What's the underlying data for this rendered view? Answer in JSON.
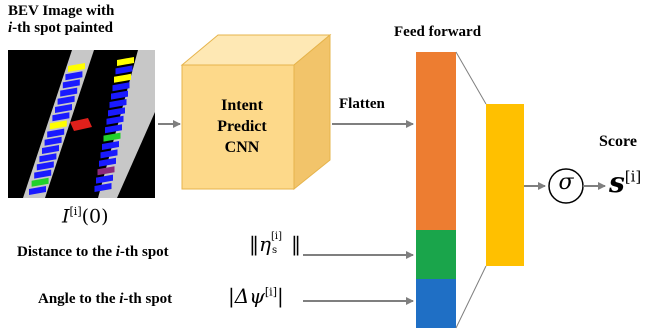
{
  "bev": {
    "title_line1": "BEV Image with",
    "title_em": "i",
    "title_line2_rest": "-th spot painted",
    "caption_symbol": "I",
    "caption_sup": "[i]",
    "caption_arg": "(0)"
  },
  "cnn": {
    "line1": "Intent",
    "line2": "Predict",
    "line3": "CNN",
    "face_color": "#fdd98a",
    "top_color": "#fee8b4",
    "side_color": "#f2c46a"
  },
  "flatten_label": "Flatten",
  "feed_forward_label": "Feed forward",
  "features": {
    "distance": {
      "prefix": "Distance to the ",
      "em": "i",
      "suffix": "-th spot",
      "math": "η",
      "math_sub": "s",
      "math_sup": "[i]"
    },
    "angle": {
      "prefix": "Angle to the ",
      "em": "i",
      "suffix": "-th spot",
      "math": "Δψ",
      "math_sup": "[i]"
    }
  },
  "layer1_colors": {
    "cnn_part": "#ed7d31",
    "distance_part": "#1aa54b",
    "angle_part": "#1f6fc5"
  },
  "layer2_color": "#ffc000",
  "sigma": "σ",
  "score": {
    "label": "Score",
    "symbol": "s",
    "sup": "[i]"
  },
  "colors": {
    "arrow": "#7f7f7f",
    "lot": "#c7c7c7"
  }
}
